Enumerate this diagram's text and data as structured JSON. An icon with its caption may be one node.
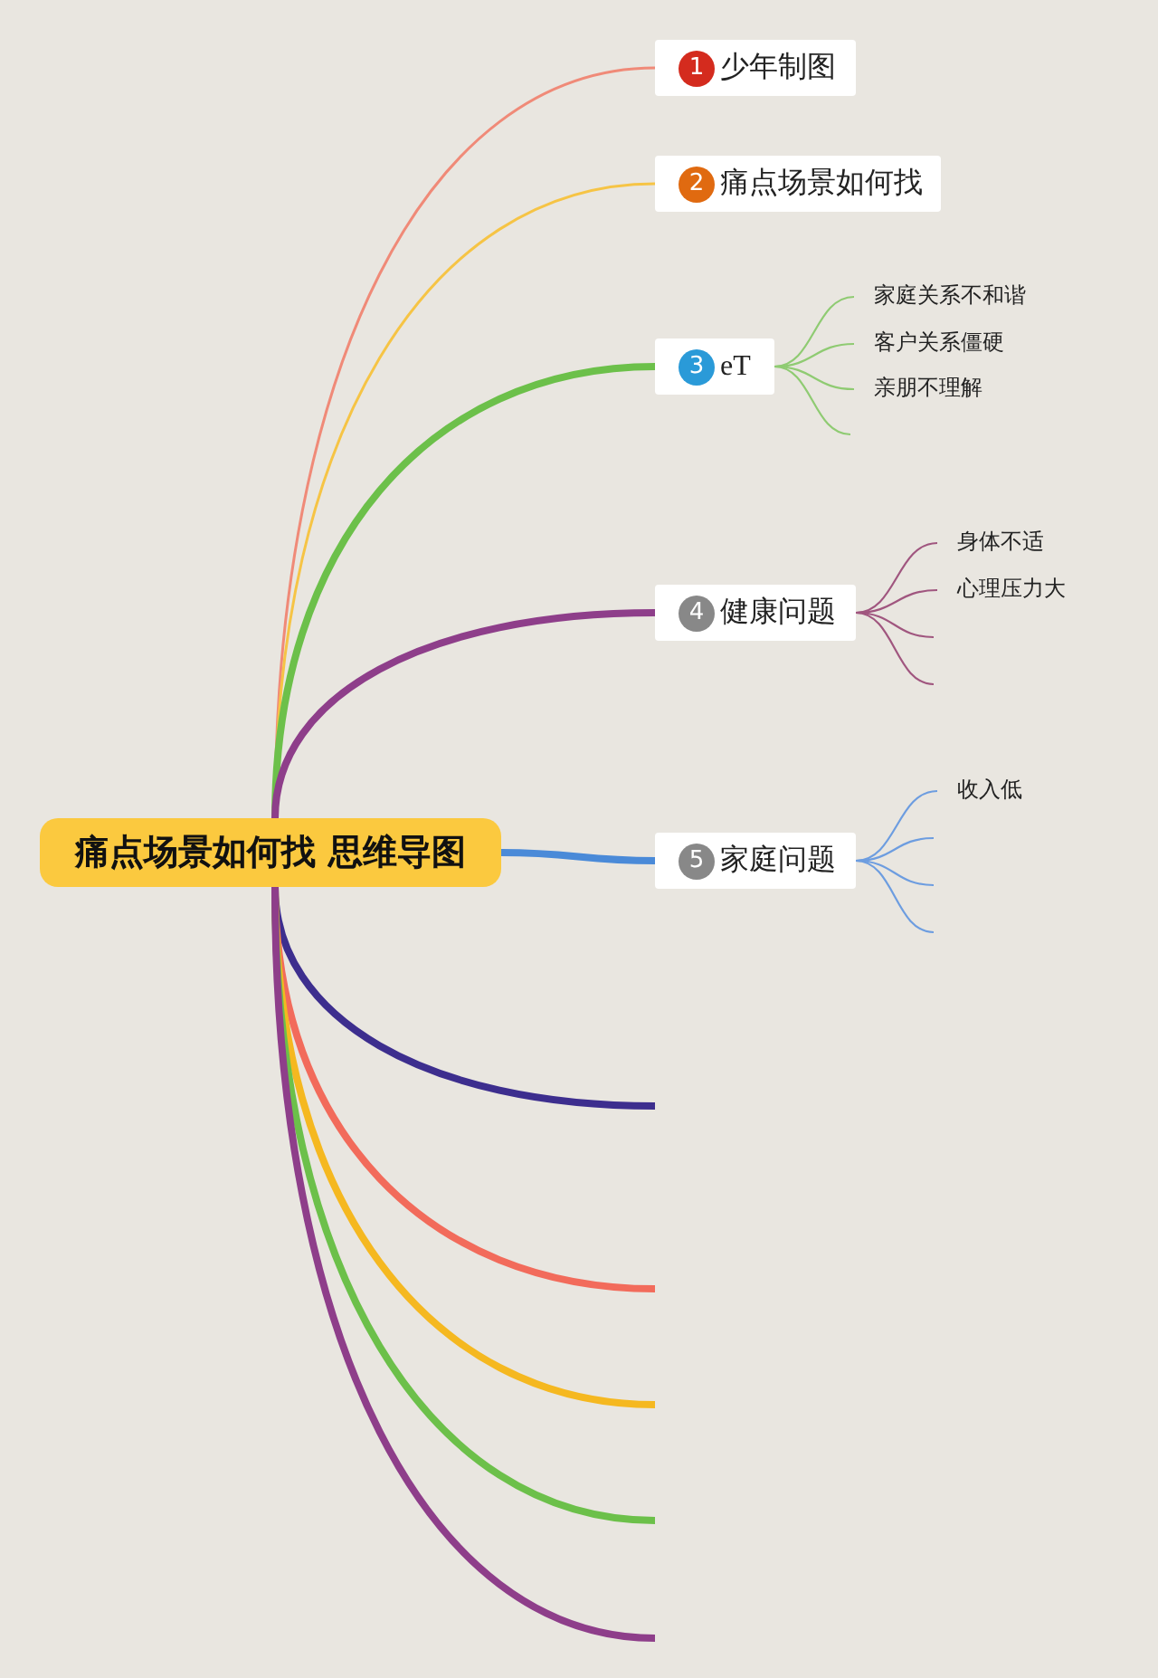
{
  "diagram": {
    "nodes": [
      {
        "text": [
          "痛点场景如何找 思维导图"
        ]
      },
      {
        "text": [
          "1",
          "少年制图"
        ]
      },
      {
        "text": [
          "2",
          "痛点场景如何找"
        ]
      },
      {
        "text": [
          "3",
          "eT"
        ]
      },
      {
        "text": [
          "4",
          "健康问题"
        ]
      },
      {
        "text": [
          "5",
          "家庭问题"
        ]
      },
      {
        "text": [
          "家庭关系不和谐"
        ]
      },
      {
        "text": [
          "客户关系僵硬"
        ]
      },
      {
        "text": [
          "亲朋不理解"
        ]
      },
      {
        "text": [
          "身体不适"
        ]
      },
      {
        "text": [
          "心理压力大"
        ]
      },
      {
        "text": [
          "收入低"
        ]
      }
    ],
    "edges": [
      {
        "from": 0,
        "to": 1,
        "arrow": "none",
        "color": "#f08a78"
      },
      {
        "from": 0,
        "to": 2,
        "arrow": "none",
        "color": "#f6c445"
      },
      {
        "from": 0,
        "to": 3,
        "arrow": "none",
        "style": "thick",
        "color": "#6cc04a"
      },
      {
        "from": 0,
        "to": 4,
        "arrow": "none",
        "style": "thick",
        "color": "#8e3e8a"
      },
      {
        "from": 0,
        "to": 5,
        "arrow": "none",
        "style": "thick",
        "color": "#4a8ad8"
      },
      {
        "from": 0,
        "to": null,
        "arrow": "none",
        "style": "thick",
        "color": "#3d2e8e"
      },
      {
        "from": 0,
        "to": null,
        "arrow": "none",
        "style": "thick",
        "color": "#f26b5b"
      },
      {
        "from": 0,
        "to": null,
        "arrow": "none",
        "style": "thick",
        "color": "#f5b820"
      },
      {
        "from": 0,
        "to": null,
        "arrow": "none",
        "style": "thick",
        "color": "#6cc04a"
      },
      {
        "from": 0,
        "to": null,
        "arrow": "none",
        "style": "thick",
        "color": "#8e3e8a"
      },
      {
        "from": 3,
        "to": 6,
        "arrow": "none",
        "color": "#8fcb72"
      },
      {
        "from": 3,
        "to": 7,
        "arrow": "none",
        "color": "#8fcb72"
      },
      {
        "from": 3,
        "to": 8,
        "arrow": "none",
        "color": "#8fcb72"
      },
      {
        "from": 3,
        "to": null,
        "arrow": "none",
        "color": "#8fcb72"
      },
      {
        "from": 4,
        "to": 9,
        "arrow": "none",
        "color": "#a0567f"
      },
      {
        "from": 4,
        "to": 10,
        "arrow": "none",
        "color": "#a0567f"
      },
      {
        "from": 4,
        "to": null,
        "arrow": "none",
        "color": "#a0567f"
      },
      {
        "from": 4,
        "to": null,
        "arrow": "none",
        "color": "#a0567f"
      },
      {
        "from": 5,
        "to": 11,
        "arrow": "none",
        "color": "#6d9de0"
      },
      {
        "from": 5,
        "to": null,
        "arrow": "none",
        "color": "#6d9de0"
      },
      {
        "from": 5,
        "to": null,
        "arrow": "none",
        "color": "#6d9de0"
      },
      {
        "from": 5,
        "to": null,
        "arrow": "none",
        "color": "#6d9de0"
      }
    ]
  }
}
